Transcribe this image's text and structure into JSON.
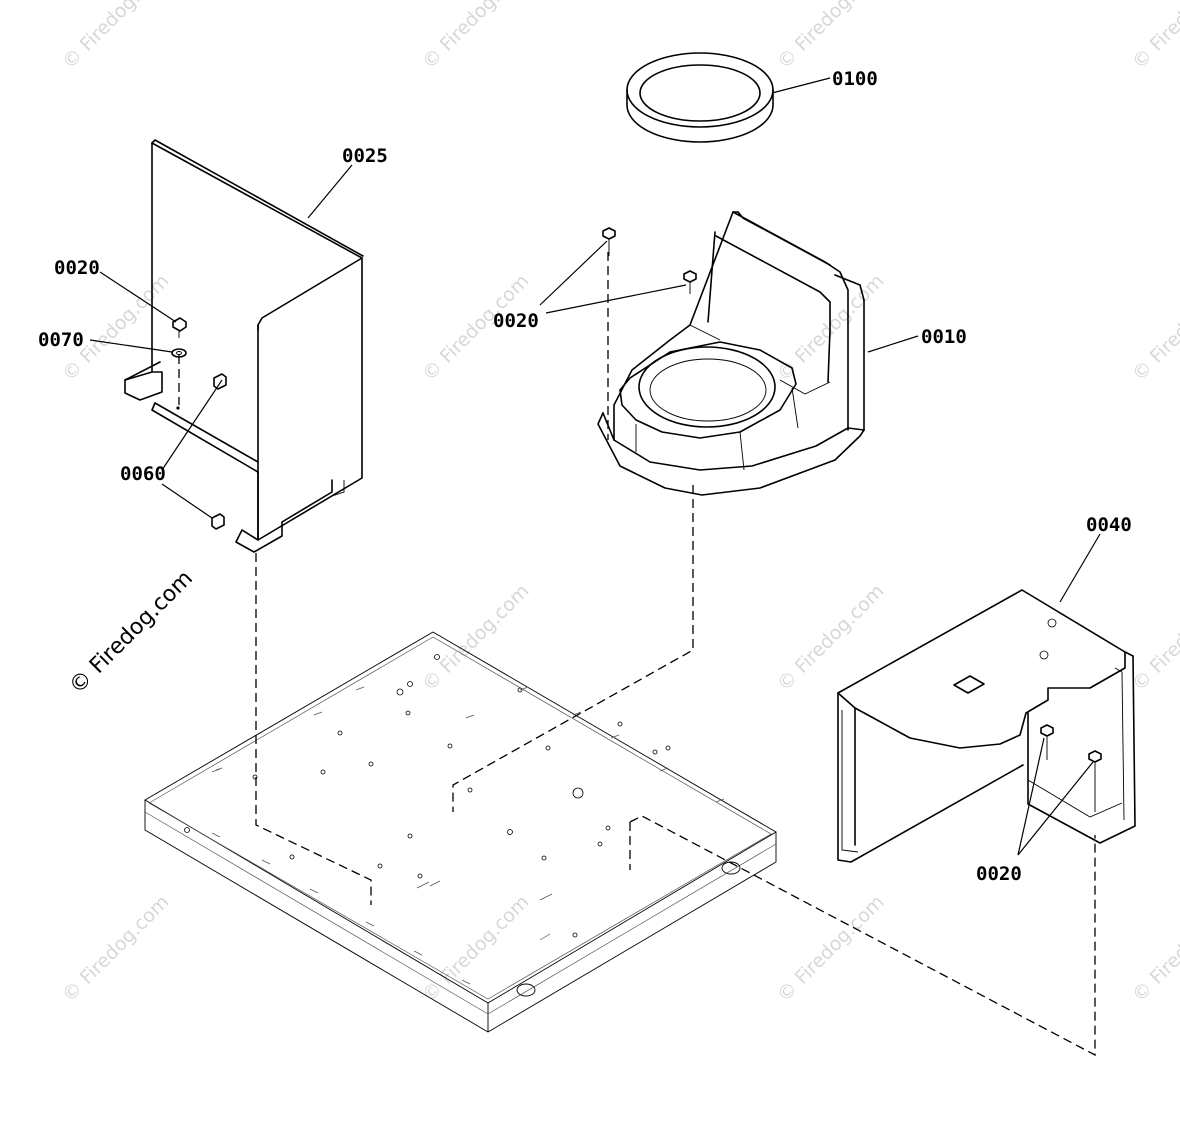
{
  "watermark": {
    "text": "© Firedog.com",
    "main_text": "© Firedog.com"
  },
  "callouts": {
    "ring": "0100",
    "back_shield": "0025",
    "screw_left": "0020",
    "washer": "0070",
    "clip": "0060",
    "screws_top": "0020",
    "firepot": "0010",
    "front_bracket": "0040",
    "screws_bracket": "0020"
  },
  "parts": [
    {
      "number": "0010",
      "icon": "firepot-icon"
    },
    {
      "number": "0020",
      "icon": "screw-icon"
    },
    {
      "number": "0025",
      "icon": "shield-icon"
    },
    {
      "number": "0040",
      "icon": "bracket-icon"
    },
    {
      "number": "0060",
      "icon": "clip-icon"
    },
    {
      "number": "0070",
      "icon": "washer-icon"
    },
    {
      "number": "0100",
      "icon": "gasket-ring-icon"
    }
  ]
}
